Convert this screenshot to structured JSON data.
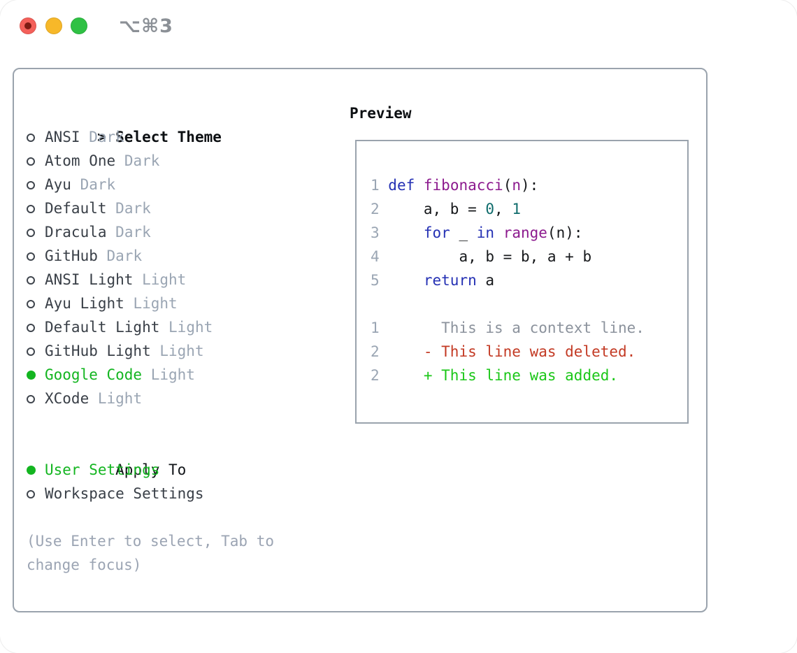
{
  "window": {
    "shortcut_label": "⌥⌘3",
    "traffic_lights": [
      {
        "name": "close-button",
        "color": "#f4605a",
        "has_inner_dot": true,
        "inner_dot_color": "#7e1b13"
      },
      {
        "name": "minimize-button",
        "color": "#f7b829"
      },
      {
        "name": "zoom-button",
        "color": "#2fc144"
      }
    ]
  },
  "theme_picker": {
    "pointer": ">",
    "title": "Select Theme",
    "themes": [
      {
        "name": "ANSI",
        "variant": "Dark",
        "selected": false
      },
      {
        "name": "Atom One",
        "variant": "Dark",
        "selected": false
      },
      {
        "name": "Ayu",
        "variant": "Dark",
        "selected": false
      },
      {
        "name": "Default",
        "variant": "Dark",
        "selected": false
      },
      {
        "name": "Dracula",
        "variant": "Dark",
        "selected": false
      },
      {
        "name": "GitHub",
        "variant": "Dark",
        "selected": false
      },
      {
        "name": "ANSI Light",
        "variant": "Light",
        "selected": false
      },
      {
        "name": "Ayu Light",
        "variant": "Light",
        "selected": false
      },
      {
        "name": "Default Light",
        "variant": "Light",
        "selected": false
      },
      {
        "name": "GitHub Light",
        "variant": "Light",
        "selected": false
      },
      {
        "name": "Google Code",
        "variant": "Light",
        "selected": true
      },
      {
        "name": "XCode",
        "variant": "Light",
        "selected": false
      }
    ],
    "apply_to": {
      "title": "Apply To",
      "options": [
        {
          "label": "User Settings",
          "selected": true
        },
        {
          "label": "Workspace Settings",
          "selected": false
        }
      ]
    },
    "help_lines": [
      "(Use Enter to select, Tab to",
      "change focus)"
    ]
  },
  "preview": {
    "title": "Preview",
    "lines": [
      [
        {
          "t": "1 ",
          "c": "n"
        },
        {
          "t": "def",
          "c": "k"
        },
        {
          "t": " ",
          "c": "p"
        },
        {
          "t": "fibonacci",
          "c": "f"
        },
        {
          "t": "(",
          "c": "p"
        },
        {
          "t": "n",
          "c": "f"
        },
        {
          "t": "):",
          "c": "p"
        }
      ],
      [
        {
          "t": "2 ",
          "c": "n"
        },
        {
          "t": "    a, b = ",
          "c": "p"
        },
        {
          "t": "0",
          "c": "l"
        },
        {
          "t": ", ",
          "c": "p"
        },
        {
          "t": "1",
          "c": "l"
        }
      ],
      [
        {
          "t": "3 ",
          "c": "n"
        },
        {
          "t": "    ",
          "c": "p"
        },
        {
          "t": "for",
          "c": "k"
        },
        {
          "t": " _ ",
          "c": "p"
        },
        {
          "t": "in",
          "c": "k"
        },
        {
          "t": " ",
          "c": "p"
        },
        {
          "t": "range",
          "c": "f"
        },
        {
          "t": "(n):",
          "c": "p"
        }
      ],
      [
        {
          "t": "4 ",
          "c": "n"
        },
        {
          "t": "        a, b = b, a + b",
          "c": "p"
        }
      ],
      [
        {
          "t": "5 ",
          "c": "n"
        },
        {
          "t": "    ",
          "c": "p"
        },
        {
          "t": "return",
          "c": "k"
        },
        {
          "t": " a",
          "c": "p"
        }
      ],
      [],
      [
        {
          "t": "1 ",
          "c": "n"
        },
        {
          "t": "      This is a context line.",
          "c": "c"
        }
      ],
      [
        {
          "t": "2 ",
          "c": "n"
        },
        {
          "t": "    ",
          "c": "p"
        },
        {
          "t": "- This line was deleted.",
          "c": "d"
        }
      ],
      [
        {
          "t": "2 ",
          "c": "n"
        },
        {
          "t": "    ",
          "c": "p"
        },
        {
          "t": "+ This line was added.",
          "c": "a"
        }
      ]
    ]
  },
  "colors": {
    "accent_green": "#13b520",
    "diff_added_green": "#1bc718",
    "diff_deleted_red": "#c33a24",
    "keyword_blue": "#2531b4",
    "function_purple": "#8c1a8e",
    "literal_teal": "#0f6c6c",
    "muted_gray": "#9aa5b3",
    "panel_border_gray": "#9aa3ad"
  }
}
